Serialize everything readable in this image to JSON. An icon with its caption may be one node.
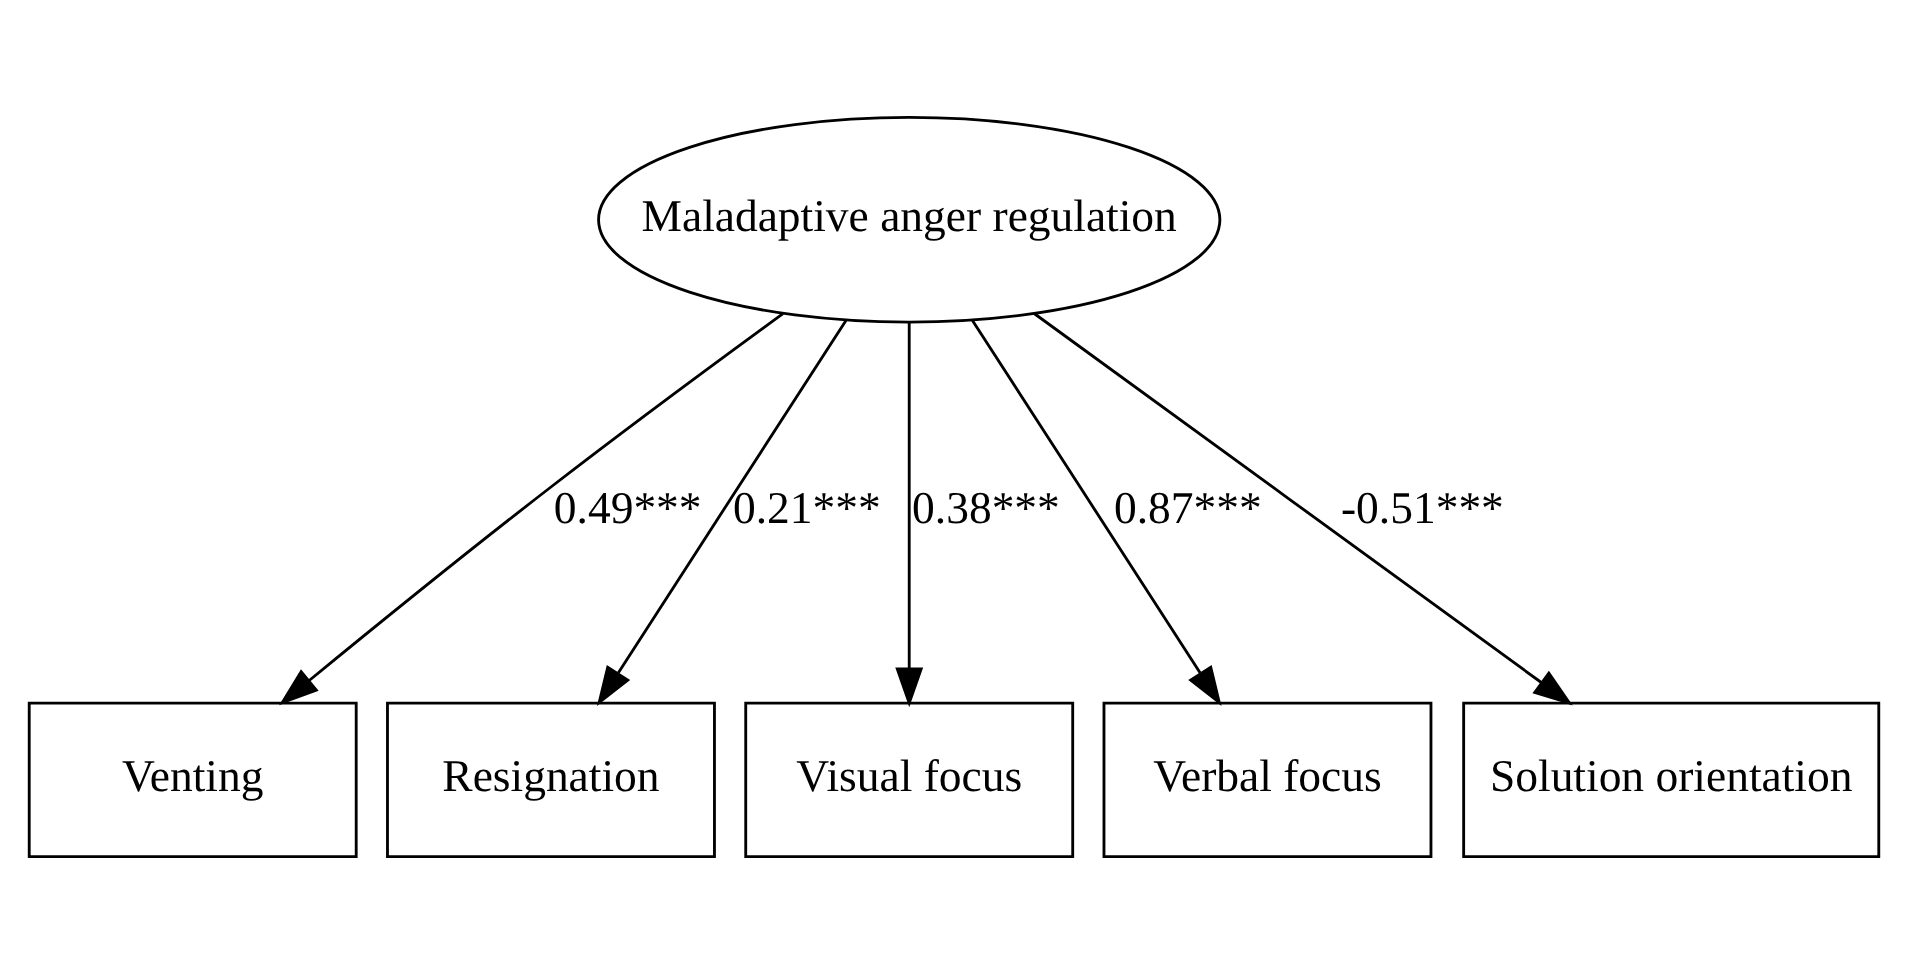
{
  "diagram": {
    "nodes": [
      {
        "text": [
          "Maladaptive anger regulation"
        ]
      },
      {
        "text": [
          "Venting"
        ]
      },
      {
        "text": [
          "Resignation"
        ]
      },
      {
        "text": [
          "Visual focus"
        ]
      },
      {
        "text": [
          "Verbal focus"
        ]
      },
      {
        "text": [
          "Solution orientation"
        ]
      }
    ],
    "edges": [
      {
        "from": 0,
        "to": 1,
        "arrow": "to",
        "label": "0.49***"
      },
      {
        "from": 0,
        "to": 2,
        "arrow": "to",
        "label": "0.21***"
      },
      {
        "from": 0,
        "to": 3,
        "arrow": "to",
        "label": "0.38***"
      },
      {
        "from": 0,
        "to": 4,
        "arrow": "to",
        "label": "0.87***"
      },
      {
        "from": 0,
        "to": 5,
        "arrow": "to",
        "label": "-0.51***"
      }
    ]
  }
}
